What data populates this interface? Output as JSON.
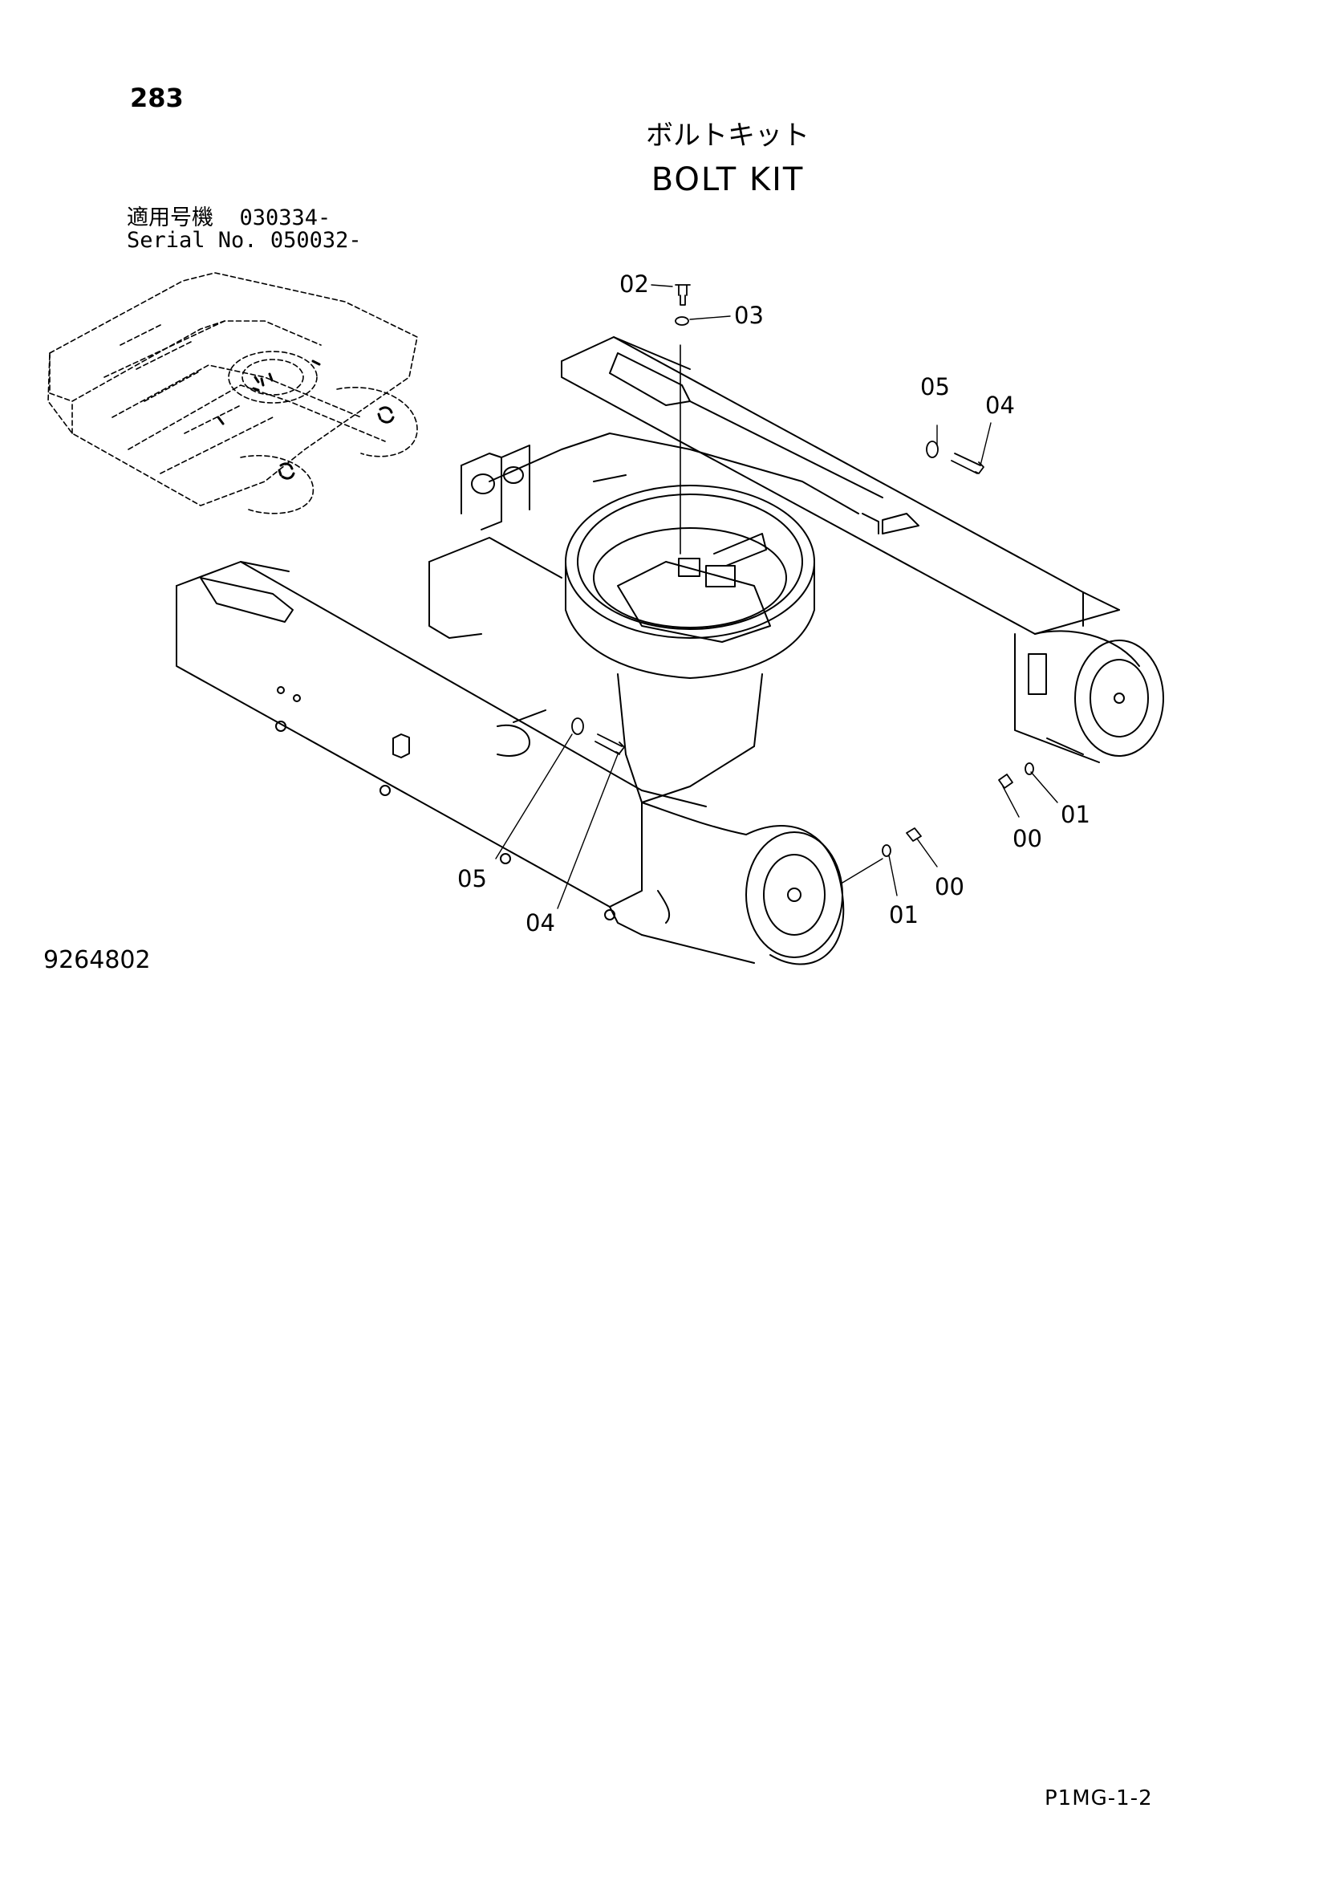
{
  "page_number": "283",
  "title_jp": "ボルトキット",
  "title_en": "BOLT KIT",
  "applicability": {
    "line1_label": "適用号機",
    "line1_value": "030334-",
    "line2_label": "Serial No.",
    "line2_value": "050032-"
  },
  "callouts": {
    "c02": "02",
    "c03": "03",
    "c05_top": "05",
    "c04_top": "04",
    "c01_right": "01",
    "c00_right": "00",
    "c00_bottom": "00",
    "c01_bottom": "01",
    "c05_left": "05",
    "c04_left": "04"
  },
  "drawing_number": "9264802",
  "page_code": "P1MG-1-2"
}
